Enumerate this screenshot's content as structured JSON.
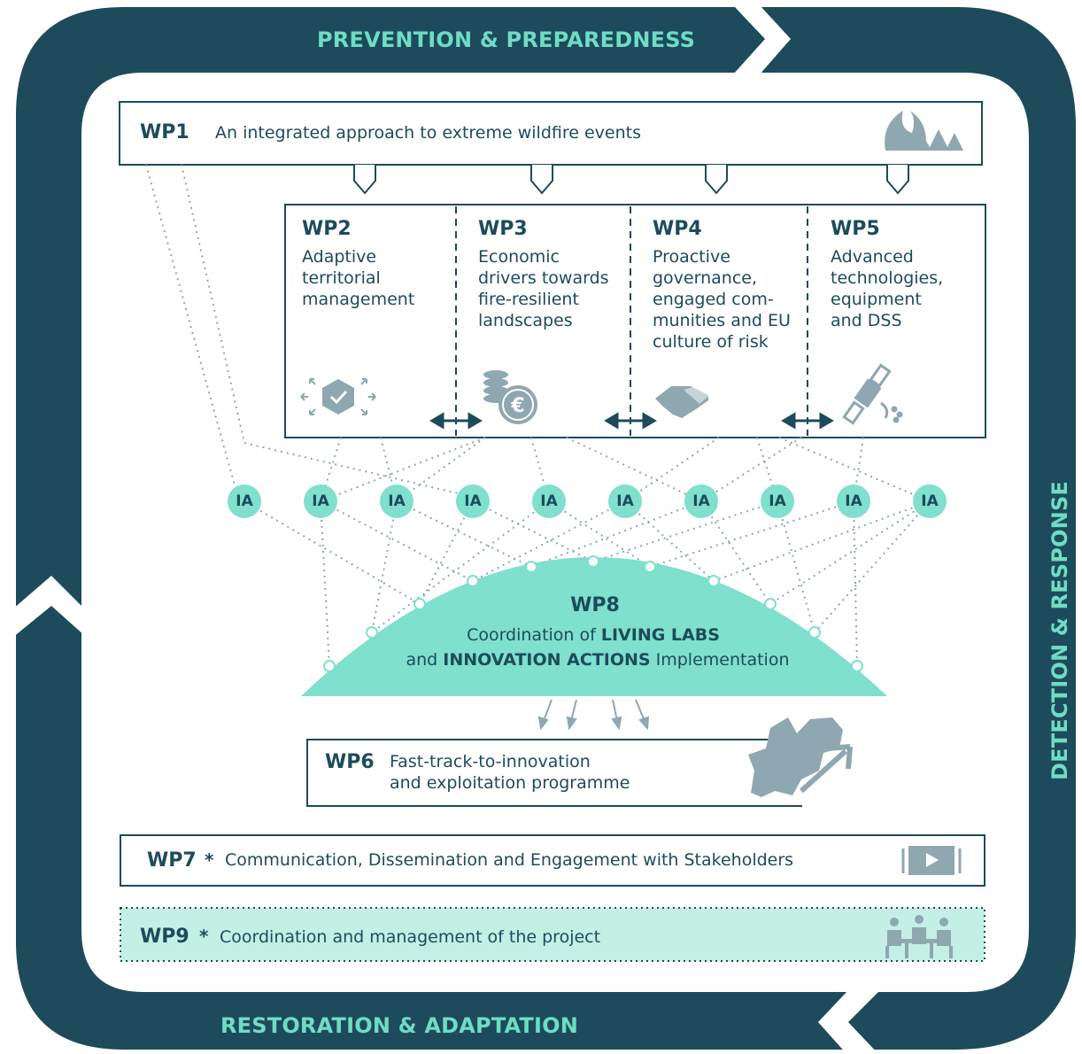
{
  "cycle": {
    "top_label": "PREVENTION & PREPAREDNESS",
    "right_label": "DETECTION & RESPONSE",
    "bottom_label": "RESTORATION & ADAPTATION"
  },
  "wp1": {
    "id": "WP1",
    "title": "An integrated approach to extreme wildfire events",
    "icon": "forest-fire-icon"
  },
  "wps": [
    {
      "id": "WP2",
      "lines": [
        "Adaptive",
        "territorial",
        "management"
      ],
      "icon": "hexagon-check-icon"
    },
    {
      "id": "WP3",
      "lines": [
        "Economic",
        "drivers towards",
        "fire-resilient",
        "landscapes"
      ],
      "icon": "coins-euro-icon"
    },
    {
      "id": "WP4",
      "lines": [
        "Proactive",
        "governance,",
        "engaged com-",
        "munities and EU",
        "culture of risk"
      ],
      "icon": "handshake-icon"
    },
    {
      "id": "WP5",
      "lines": [
        "Advanced",
        "technologies,",
        "equipment",
        "and DSS"
      ],
      "icon": "satellite-icon"
    }
  ],
  "ia_label": "IA",
  "wp8": {
    "id": "WP8",
    "line1_pre": "Coordination of ",
    "line1_bold": "LIVING LABS",
    "line2_pre": "and ",
    "line2_bold": "INNOVATION ACTIONS",
    "line2_post": " Implementation"
  },
  "wp6": {
    "id": "WP6",
    "line1": "Fast-track-to-innovation",
    "line2": "and exploitation programme",
    "icon": "europe-growth-icon"
  },
  "wp7": {
    "id": "WP7",
    "star": "*",
    "title": "Communication, Dissemination and Engagement with Stakeholders",
    "icon": "video-icon"
  },
  "wp9": {
    "id": "WP9",
    "star": "*",
    "title": "Coordination and management of the project",
    "icon": "meeting-icon"
  },
  "colors": {
    "dark_teal": "#1d4b5c",
    "mint": "#7fe0cd",
    "mint_light": "#c4efe5",
    "icon_gray": "#8fa7b0"
  }
}
